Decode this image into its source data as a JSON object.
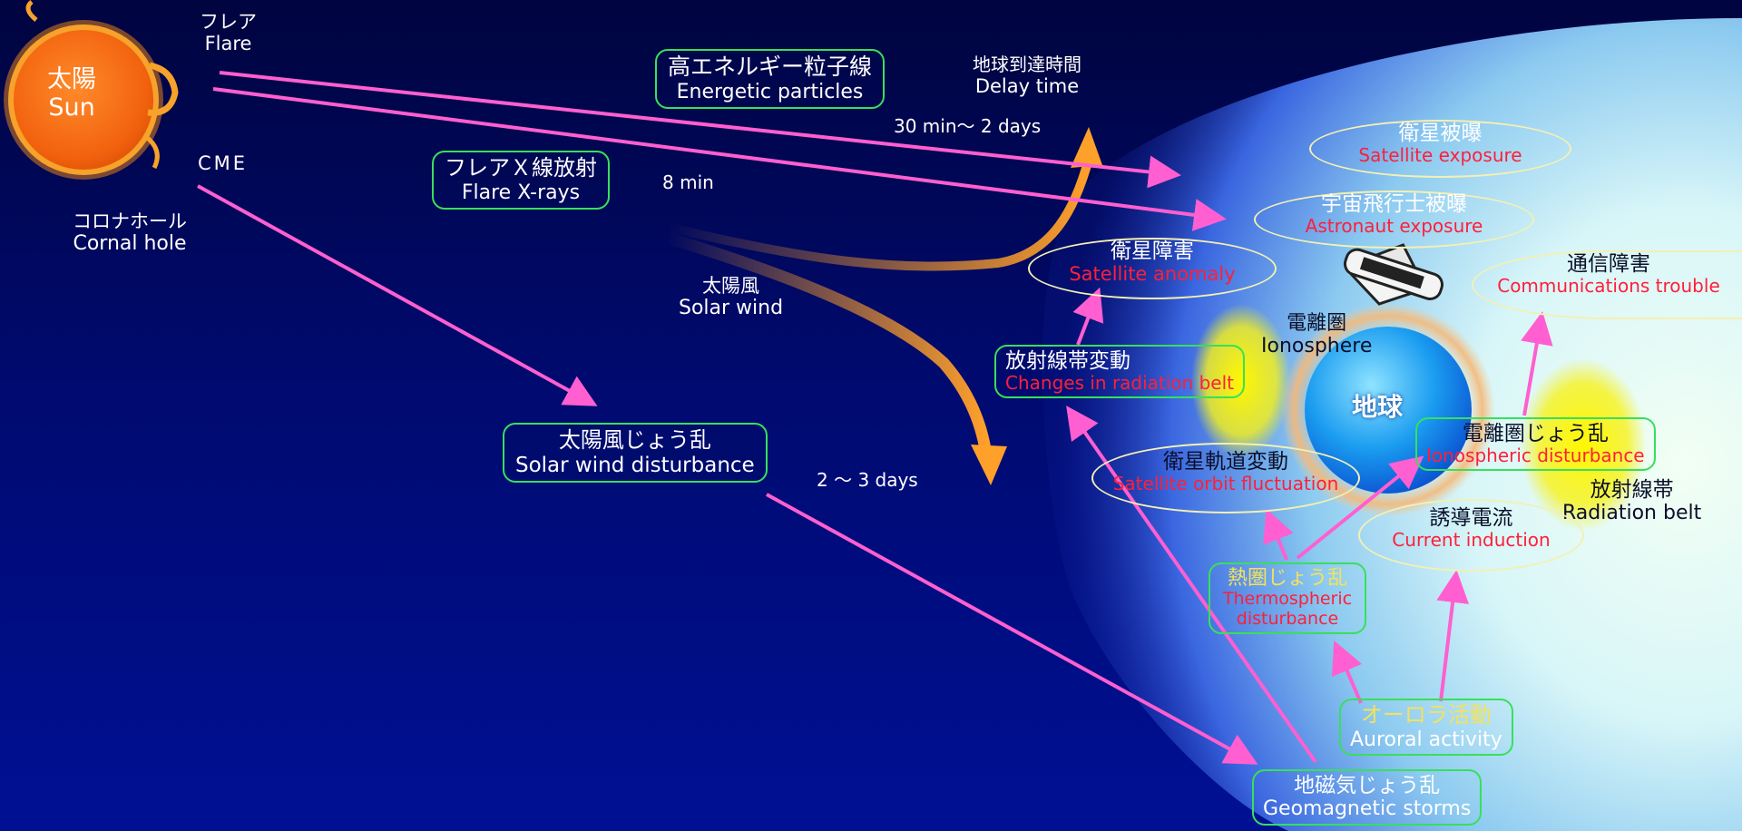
{
  "sun": {
    "ja": "太陽",
    "en": "Sun"
  },
  "flare": {
    "ja": "フレア",
    "en": "Flare"
  },
  "cme": {
    "label": "CME"
  },
  "coronal_hole": {
    "ja": "コロナホール",
    "en": "Cornal hole"
  },
  "energetic_particles": {
    "ja": "高エネルギー粒子線",
    "en": "Energetic particles"
  },
  "delay_time": {
    "ja": "地球到達時間",
    "en": "Delay time"
  },
  "t_particles": "30 min〜 2 days",
  "flare_xrays": {
    "ja": "フレアＸ線放射",
    "en": "Flare X-rays"
  },
  "t_xrays": "8 min",
  "solar_wind": {
    "ja": "太陽風",
    "en": "Solar wind"
  },
  "sw_disturbance": {
    "ja": "太陽風じょう乱",
    "en": "Solar wind disturbance"
  },
  "t_sw": "2 〜 3 days",
  "satellite_exposure": {
    "ja": "衛星被曝",
    "en": "Satellite exposure"
  },
  "astronaut_exposure": {
    "ja": "宇宙飛行士被曝",
    "en": "Astronaut exposure"
  },
  "satellite_anomaly": {
    "ja": "衛星障害",
    "en": "Satellite anomaly"
  },
  "communications": {
    "ja": "通信障害",
    "en": "Communications trouble"
  },
  "ionosphere": {
    "ja": "電離圏",
    "en": "Ionosphere"
  },
  "earth": {
    "ja": "地球"
  },
  "radiation_belt_change": {
    "ja": "放射線帯変動",
    "en": "Changes in radiation belt"
  },
  "ionospheric_dist": {
    "ja": "電離圏じょう乱",
    "en": "Ionospheric disturbance"
  },
  "orbit_fluct": {
    "ja": "衛星軌道変動",
    "en": "Satellite orbit fluctuation"
  },
  "radiation_belt": {
    "ja": "放射線帯",
    "en": "Radiation belt"
  },
  "current_induction": {
    "ja": "誘導電流",
    "en": "Current induction"
  },
  "thermospheric": {
    "ja": "熱圏じょう乱",
    "en": "Thermospheric disturbance"
  },
  "auroral": {
    "ja": "オーロラ活動",
    "en": "Auroral activity"
  },
  "geomagnetic": {
    "ja": "地磁気じょう乱",
    "en": "Geomagnetic storms"
  },
  "colors": {
    "arrow": "#ff5fd0",
    "orange": "#ffa02a",
    "box": "#37e05a",
    "oval": "#f3f0b4",
    "red": "#ff1f3a",
    "sun": "#f36a10",
    "earth": "#1e9ef0"
  }
}
